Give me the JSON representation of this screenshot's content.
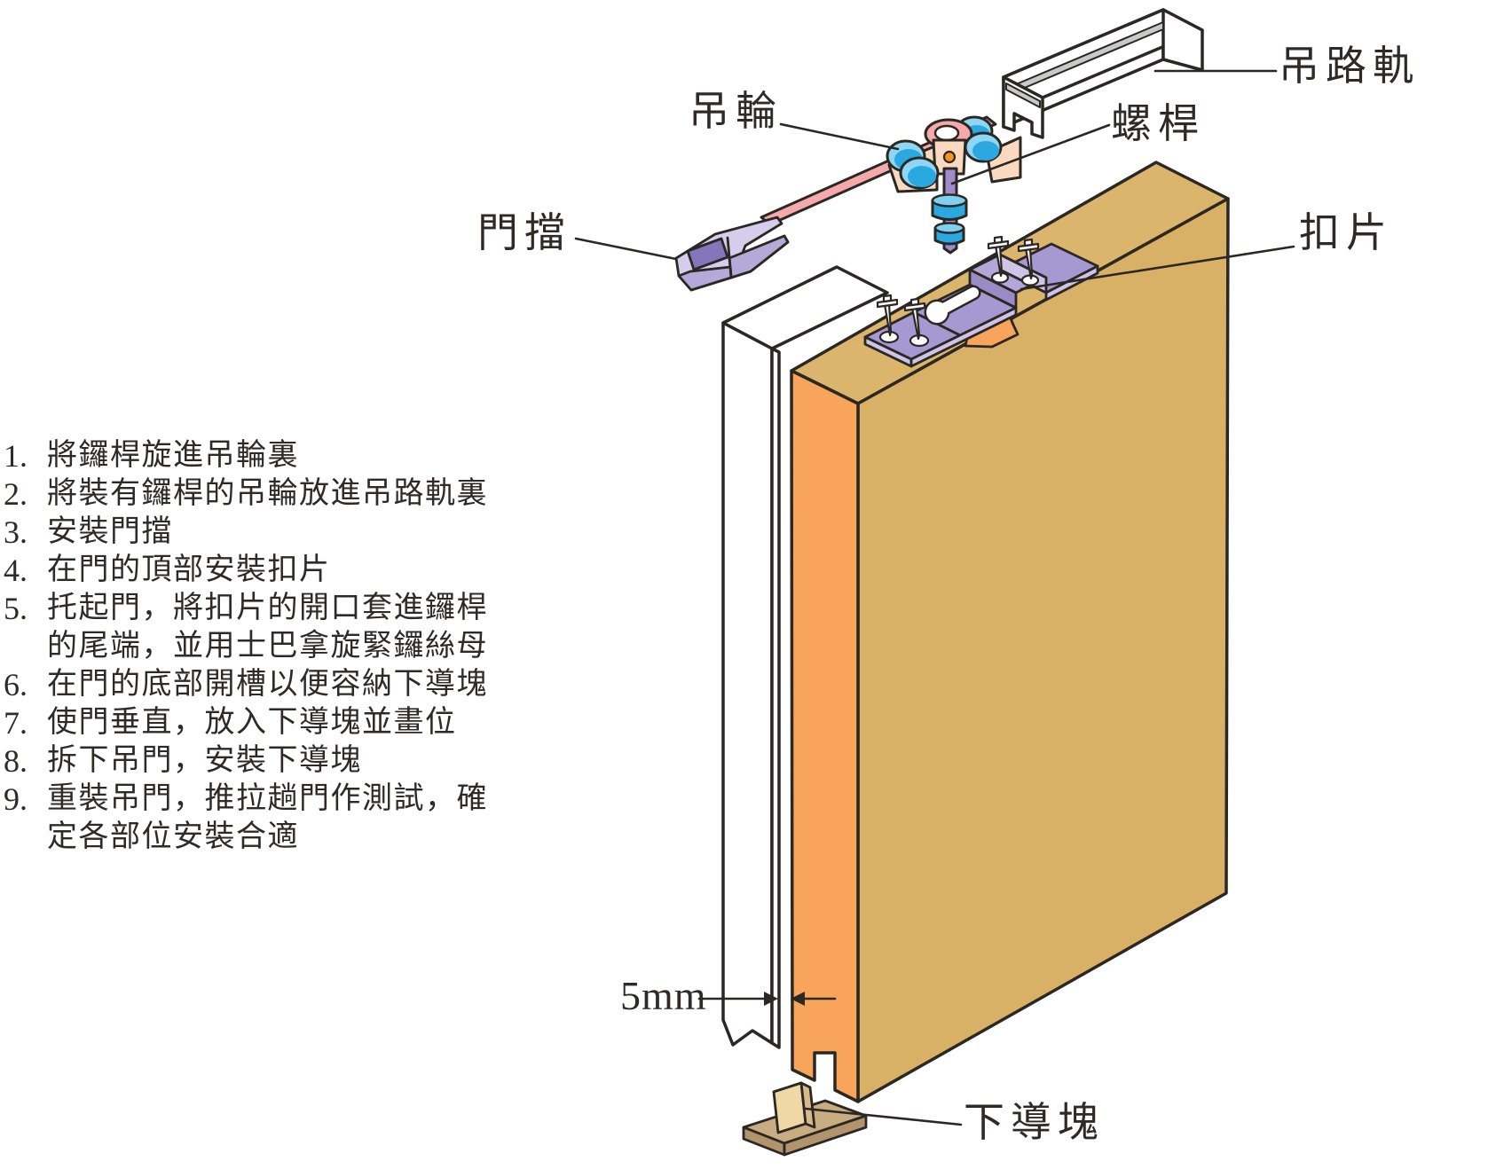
{
  "labels": {
    "track": "吊路軌",
    "hanger_wheel": "吊輪",
    "screw_rod": "螺桿",
    "door_stop": "門擋",
    "buckle_plate": "扣片",
    "gap_dimension": "5mm",
    "bottom_guide": "下導塊"
  },
  "steps": [
    {
      "num": "1.",
      "text": "將鑼桿旋進吊輪裏"
    },
    {
      "num": "2.",
      "text": "將裝有鑼桿的吊輪放進吊路軌裏"
    },
    {
      "num": "3.",
      "text": "安裝門擋"
    },
    {
      "num": "4.",
      "text": "在門的頂部安裝扣片"
    },
    {
      "num": "5.",
      "text": "托起門，將扣片的開口套進鑼桿"
    },
    {
      "num": "",
      "text": "的尾端，並用士巴拿旋緊鑼絲母"
    },
    {
      "num": "6.",
      "text": "在門的底部開槽以便容納下導塊"
    },
    {
      "num": "7.",
      "text": "使門垂直，放入下導塊並畫位"
    },
    {
      "num": "8.",
      "text": "拆下吊門，安裝下導塊"
    },
    {
      "num": "9.",
      "text": "重裝吊門，推拉趟門作測試，確"
    },
    {
      "num": "",
      "text": "定各部位安裝合適"
    }
  ],
  "colors": {
    "outline": "#2b2723",
    "door_front": "#d8b166",
    "door_top": "#dcb56d",
    "door_edge_orange": "#f8a55b",
    "panel_white": "#ffffff",
    "track_groove_gray": "#c8c9cb",
    "wheel_blue": "#2aa9e1",
    "wheel_blue_light": "#8fd6f5",
    "bracket_pink": "#f5a9ab",
    "bracket_peach": "#fbd9c0",
    "rod_purple": "#a08cc8",
    "nut_blue_top": "#7fd0f0",
    "screw_orange": "#f7941e",
    "plate_purple": "#a699d2",
    "plate_purple_light": "#cdc4e7",
    "plate_purple_mid": "#b3a6d8",
    "plate_purple_dark": "#9a8bc4",
    "stop_light": "#d5cdec",
    "stop_mid": "#b5a9da",
    "stop_dark": "#8376ba",
    "guide_fin": "#f0d7a6",
    "guide_fin_side": "#d6ba8a",
    "guide_base_top": "#c9ad82",
    "guide_base_front": "#b1946c",
    "text": "#2f2a26"
  }
}
